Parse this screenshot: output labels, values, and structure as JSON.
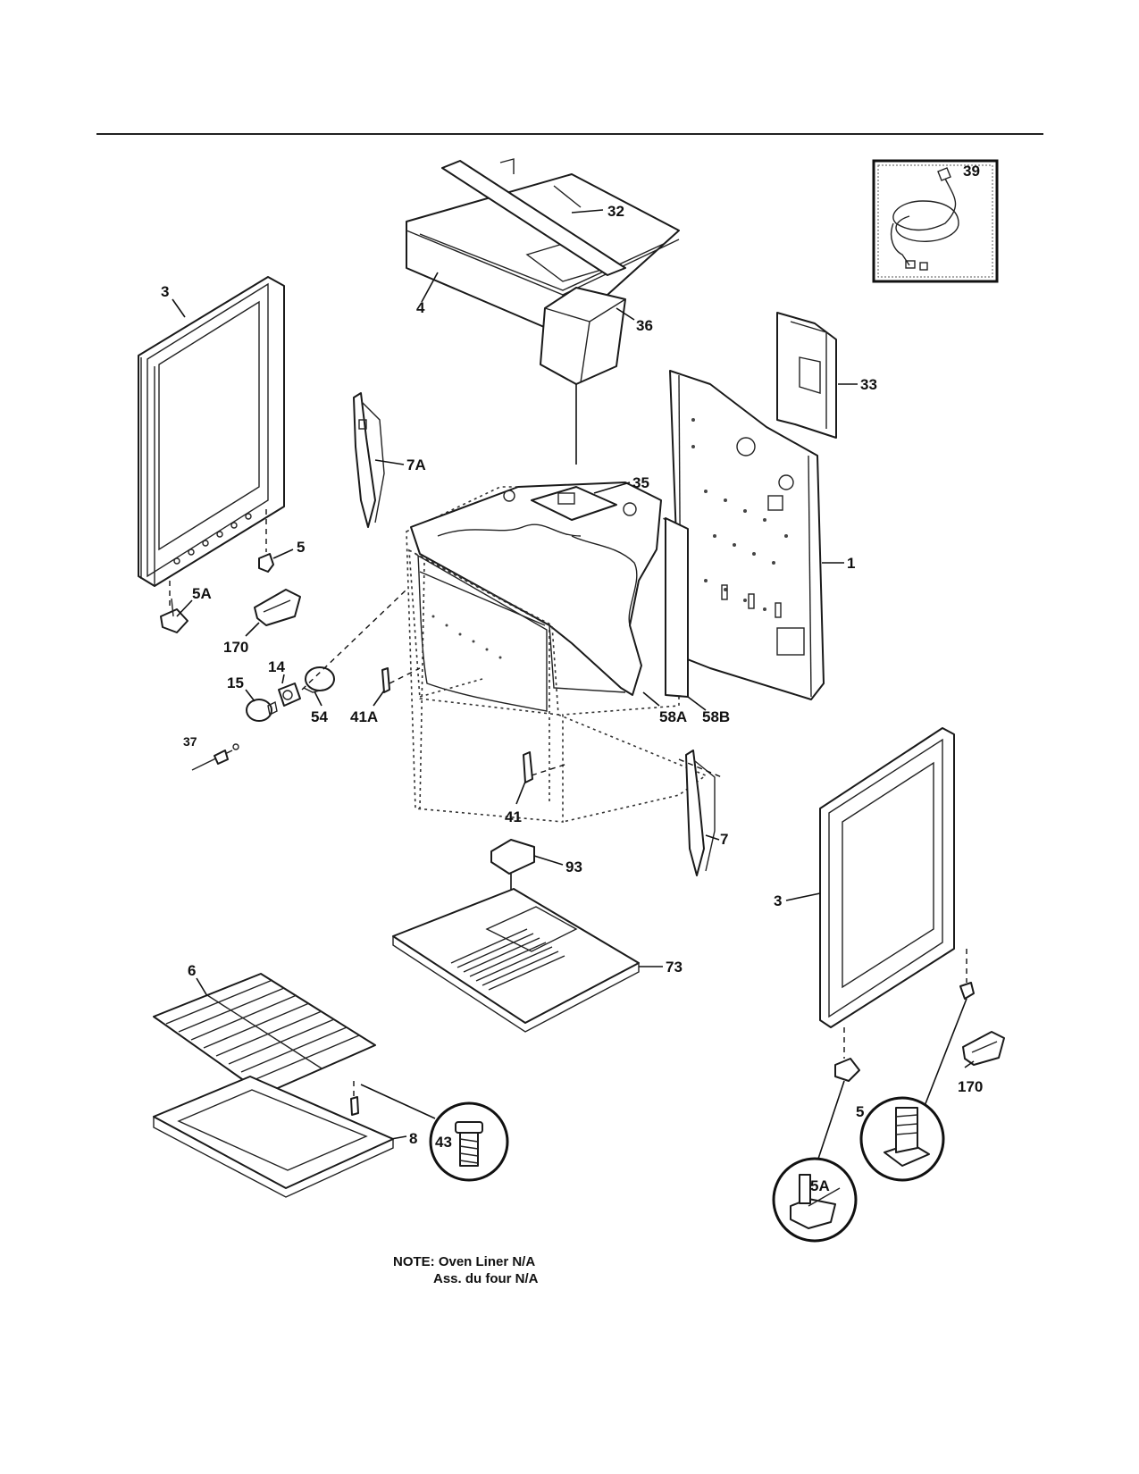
{
  "callouts": {
    "c39": "39",
    "c32": "32",
    "c4": "4",
    "c3_left": "3",
    "c36": "36",
    "c33": "33",
    "c7A": "7A",
    "c35": "35",
    "c5_left": "5",
    "c1": "1",
    "c5A_left": "5A",
    "c170_left": "170",
    "c14": "14",
    "c15": "15",
    "c54": "54",
    "c41A": "41A",
    "c58A": "58A",
    "c58B": "58B",
    "c37": "37",
    "c41": "41",
    "c7": "7",
    "c93": "93",
    "c3_right": "3",
    "c73": "73",
    "c6": "6",
    "c170_right": "170",
    "c5_detail": "5",
    "c8": "8",
    "c43": "43",
    "c5A_detail": "5A"
  },
  "note": {
    "line1": "NOTE: Oven Liner N/A",
    "line2": "Ass. du four N/A"
  },
  "colors": {
    "line": "#1a1a1a",
    "background": "#ffffff"
  }
}
